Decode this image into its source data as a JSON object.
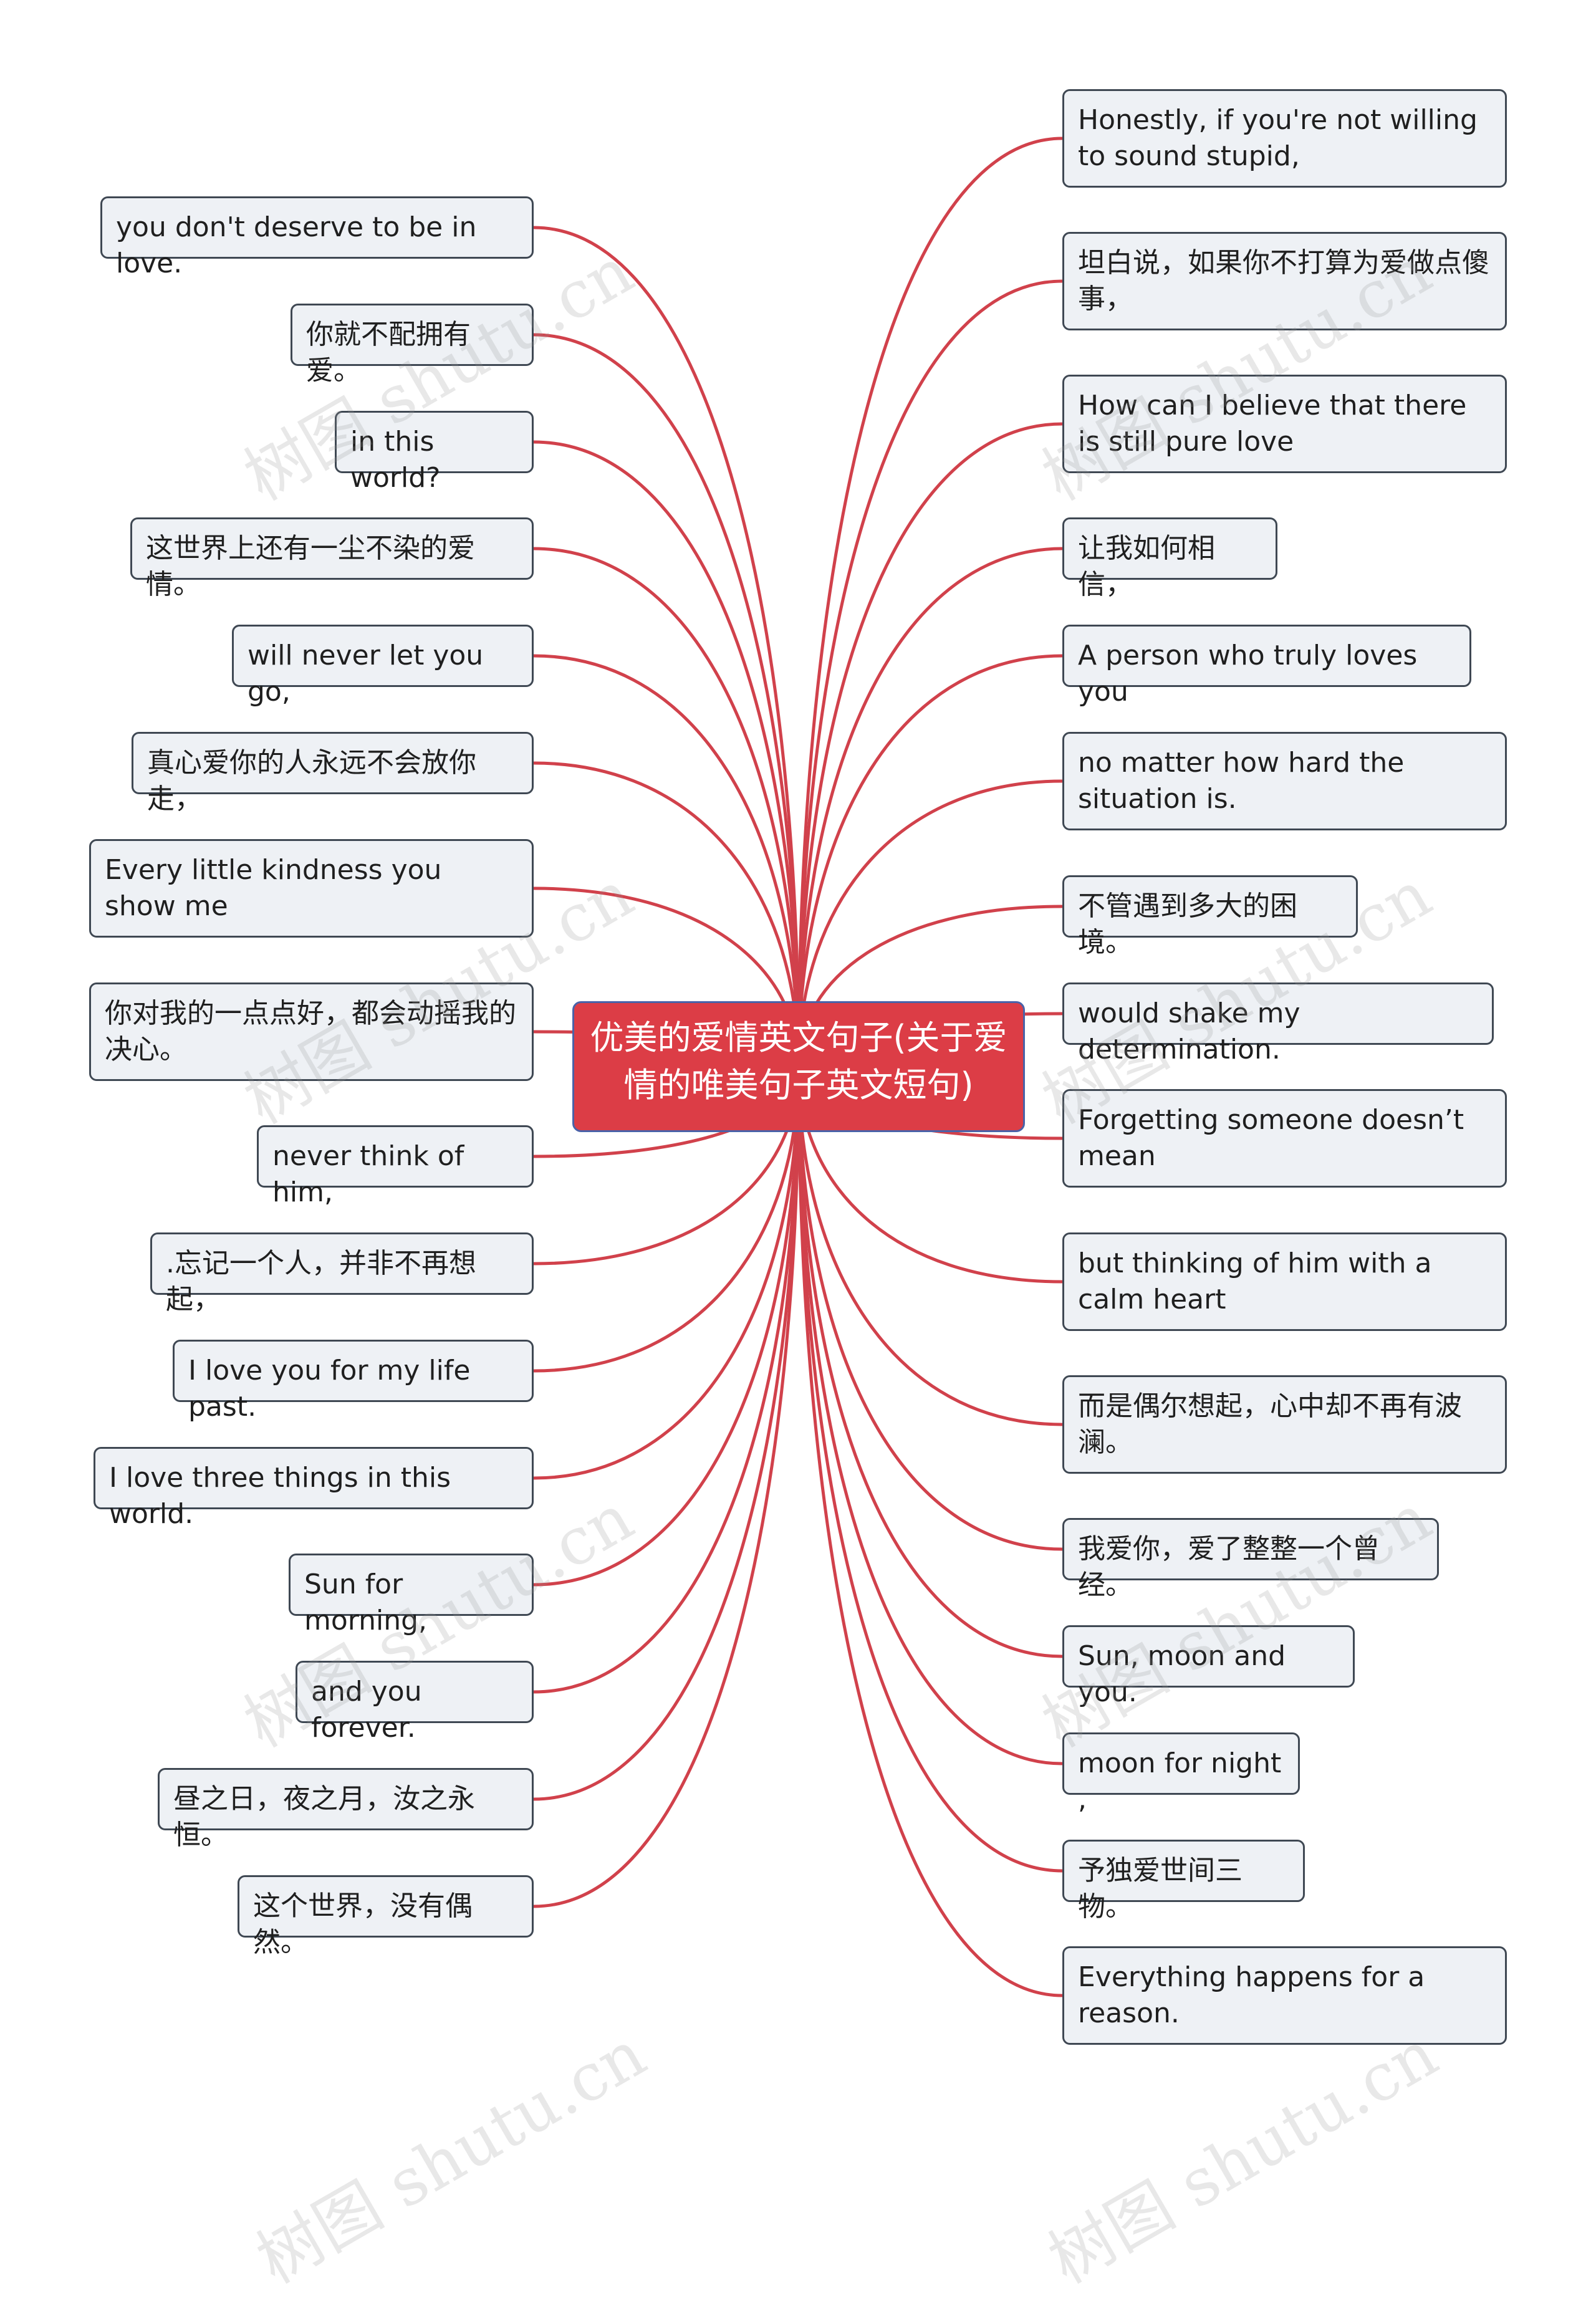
{
  "center": {
    "text": "优美的爱情英文句子(关于爱情的唯美句子英文短句)"
  },
  "left_nodes": [
    {
      "text": "you don't deserve to be in love."
    },
    {
      "text": "你就不配拥有爱。"
    },
    {
      "text": "in this world?"
    },
    {
      "text": "这世界上还有一尘不染的爱情。"
    },
    {
      "text": "will never let you go,"
    },
    {
      "text": "真心爱你的人永远不会放你走，"
    },
    {
      "text": "Every little kindness you show me"
    },
    {
      "text": "你对我的一点点好，都会动摇我的决心。"
    },
    {
      "text": "never think of him,"
    },
    {
      "text": ".忘记一个人，并非不再想起，"
    },
    {
      "text": "I love you for my life past."
    },
    {
      "text": "I love three things in this world."
    },
    {
      "text": "Sun for morning,"
    },
    {
      "text": "and you forever."
    },
    {
      "text": "昼之日，夜之月，汝之永恒。"
    },
    {
      "text": "这个世界，没有偶然。"
    }
  ],
  "right_nodes": [
    {
      "text": "Honestly, if you're not willing to sound stupid,"
    },
    {
      "text": "坦白说，如果你不打算为爱做点傻事，"
    },
    {
      "text": "How can I believe that there is still pure love"
    },
    {
      "text": "让我如何相信，"
    },
    {
      "text": "A person who truly loves you"
    },
    {
      "text": "no matter how hard the situation is."
    },
    {
      "text": "不管遇到多大的困境。"
    },
    {
      "text": "would shake my determination."
    },
    {
      "text": "Forgetting someone doesn’t mean"
    },
    {
      "text": "but thinking of him with a calm heart"
    },
    {
      "text": "而是偶尔想起，心中却不再有波澜。"
    },
    {
      "text": "我爱你，爱了整整一个曾经。"
    },
    {
      "text": "Sun, moon and you."
    },
    {
      "text": "moon for night ,"
    },
    {
      "text": "予独爱世间三物。"
    },
    {
      "text": "Everything happens for a reason."
    }
  ],
  "watermarks": [
    {
      "text": "树图 shutu.cn"
    },
    {
      "text": "树图 shutu.cn"
    },
    {
      "text": "树图 shutu.cn"
    },
    {
      "text": "树图 shutu.cn"
    },
    {
      "text": "树图 shutu.cn"
    },
    {
      "text": "树图 shutu.cn"
    },
    {
      "text": "树图 shutu.cn"
    },
    {
      "text": "树图 shutu.cn"
    },
    {
      "text": "树图 shutu.cn"
    },
    {
      "text": "树图 shutu.cn"
    }
  ],
  "colors": {
    "edge": "#d1414b",
    "center_fill": "#dc3d46",
    "node_fill": "#eef1f5",
    "node_border": "#3f4853"
  }
}
